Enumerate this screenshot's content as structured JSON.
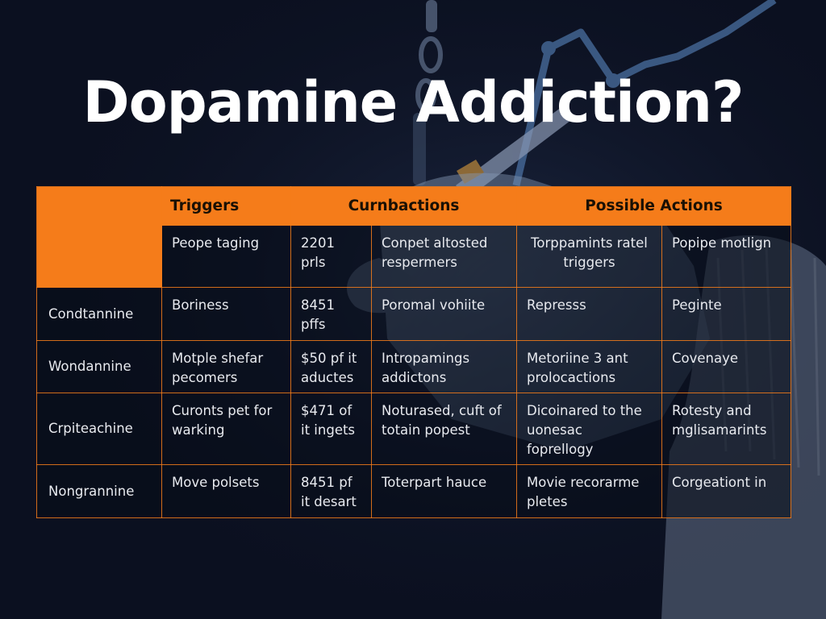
{
  "title": "Dopamine Addiction?",
  "colors": {
    "background": "#0b1020",
    "accent_orange": "#f57c1a",
    "text": "#e8eaef"
  },
  "table": {
    "headers": {
      "col1": "Triggers",
      "col2": "Curnbactions",
      "col3": "Possible Actions"
    },
    "rows": [
      {
        "label": "",
        "cells": [
          "Peope taging",
          "2201 prls",
          "Conpet altosted respermers",
          "Torppamints ratel triggers",
          "Popipe motlign"
        ]
      },
      {
        "label": "Condtannine",
        "cells": [
          "Boriness",
          "8451 pffs",
          "Poromal vohiite",
          "Represss",
          "Peginte"
        ]
      },
      {
        "label": "Wondannine",
        "cells": [
          "Motple shefar pecomers",
          "$50 pf it aductes",
          "Intropamings addictons",
          "Metoriine 3 ant prolocactions",
          "Covenaye"
        ]
      },
      {
        "label": "Crpiteachine",
        "cells": [
          "Curonts pet for warking",
          "$471 of it ingets",
          "Noturased, cuft of totain popest",
          "Dicoinared to the uonesac foprellogy",
          "Rotesty and mglisamarints"
        ]
      },
      {
        "label": "Nongrannine",
        "cells": [
          "Move polsets",
          "8451 pf it desart",
          "Toterpart hauce",
          "Movie recorarme pletes",
          "Corgeationt in"
        ]
      }
    ]
  }
}
